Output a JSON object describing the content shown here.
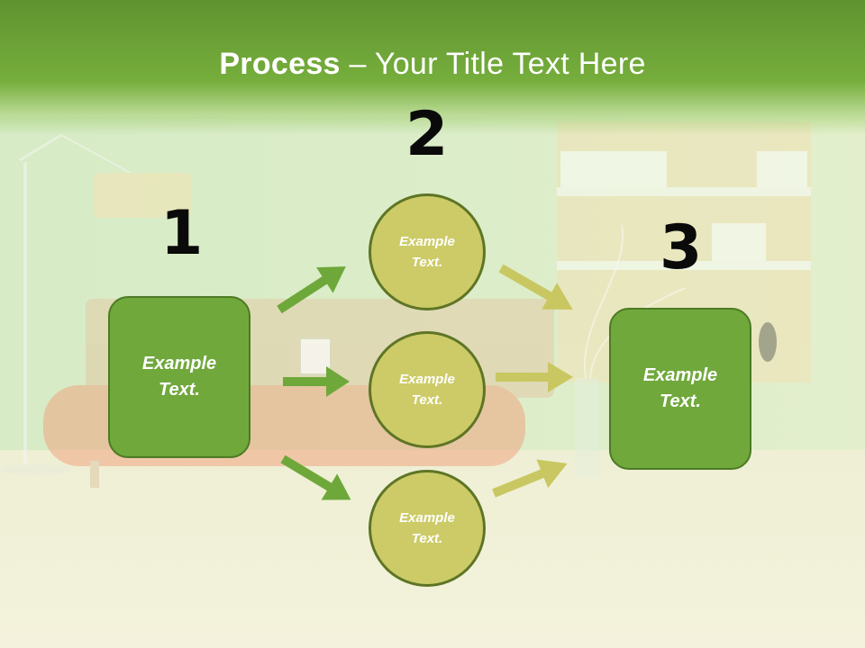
{
  "title": {
    "bold": "Process",
    "rest": " – Your Title Text Here"
  },
  "steps": {
    "one": "1",
    "two": "2",
    "three": "3"
  },
  "left_box": {
    "line1": "Example",
    "line2": "Text."
  },
  "right_box": {
    "line1": "Example",
    "line2": "Text."
  },
  "circles": [
    {
      "line1": "Example",
      "line2": "Text."
    },
    {
      "line1": "Example",
      "line2": "Text."
    },
    {
      "line1": "Example",
      "line2": "Text."
    }
  ],
  "colors": {
    "banner": "#6fa63a",
    "box_fill": "#70a83c",
    "circle_fill": "#cccb68",
    "arrow_green": "#6ea83a",
    "arrow_olive": "#c9c761"
  }
}
